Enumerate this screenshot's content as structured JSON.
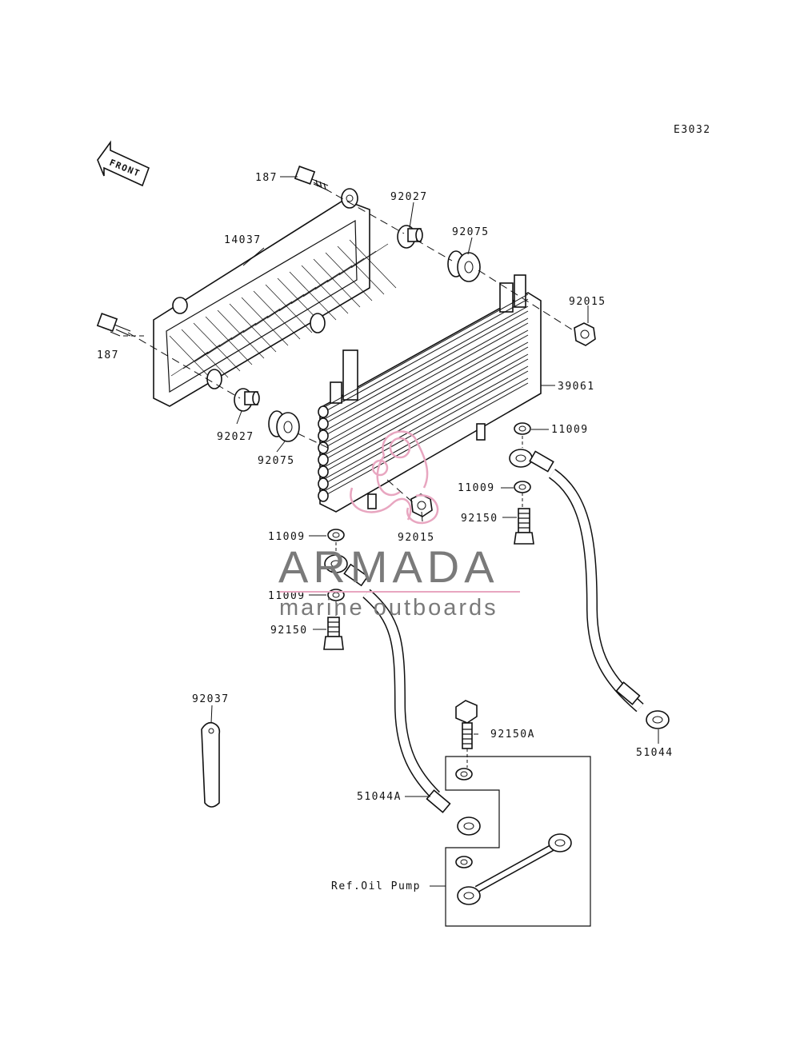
{
  "diagram_code": "E3032",
  "front_label": "FRONT",
  "watermark": {
    "brand": "ARMADA",
    "tagline": "marine outboards",
    "accent_color": "#e8a6c0",
    "text_color": "#7a7a7a"
  },
  "parts": {
    "p187_top": "187",
    "p187_left": "187",
    "p14037": "14037",
    "p92027_top": "92027",
    "p92075_top": "92075",
    "p92015_top": "92015",
    "p39061": "39061",
    "p11009_r1": "11009",
    "p11009_r2": "11009",
    "p92150_r": "92150",
    "p92027_bot": "92027",
    "p92075_bot": "92075",
    "p92015_bot": "92015",
    "p11009_l1": "11009",
    "p11009_l2": "11009",
    "p92150_l": "92150",
    "p92037": "92037",
    "p92150A": "92150A",
    "p51044": "51044",
    "p51044A": "51044A",
    "ref_oil_pump": "Ref.Oil Pump"
  }
}
